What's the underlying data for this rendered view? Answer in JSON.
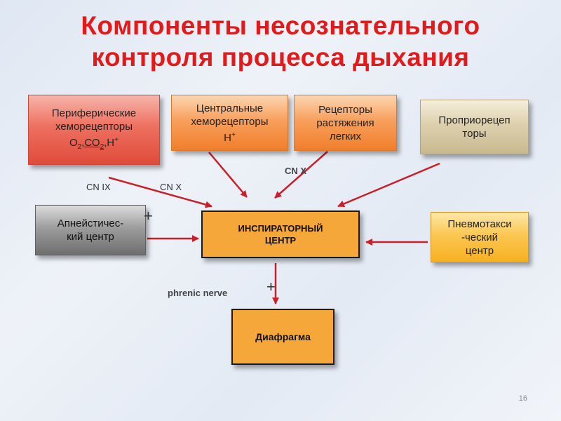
{
  "title": {
    "line1": "Компоненты несознательного",
    "line2": "контроля процесса дыхания"
  },
  "boxes": {
    "peripheral": {
      "line1": "Периферические",
      "line2": "хеморецепторы",
      "o2": "О",
      "o2_sub": "2",
      "co2": "СО",
      "co2_sub": "2",
      "h": "Н",
      "h_sup": "+",
      "sep": ","
    },
    "central": {
      "line1": "Центральные",
      "line2": "хеморецепторы",
      "h": "Н",
      "h_sup": "+"
    },
    "stretch": {
      "line1": "Рецепторы",
      "line2": "растяжения",
      "line3": "легких"
    },
    "proprio": {
      "line1": "Проприорецеп",
      "line2": "торы"
    },
    "apneustic": {
      "line1": "Апнейстичес-",
      "line2": "кий центр"
    },
    "inspiratory": {
      "line1": "ИНСПИРАТОРНЫЙ",
      "line2": "ЦЕНТР"
    },
    "pneumotaxic": {
      "line1": "Пневмотакси",
      "line2": "-ческий",
      "line3": "центр"
    },
    "diaphragm": {
      "label": "Диафрагма"
    }
  },
  "labels": {
    "cn_ix": "CN IX",
    "cn_x_left": "CN X",
    "cn_x_top": "CN X",
    "phrenic": "phrenic nerve",
    "plus_apneustic": "+",
    "plus_phrenic": "+"
  },
  "page_number": "16",
  "colors": {
    "title": "#e21a1a",
    "arrow": "#c8202a"
  }
}
